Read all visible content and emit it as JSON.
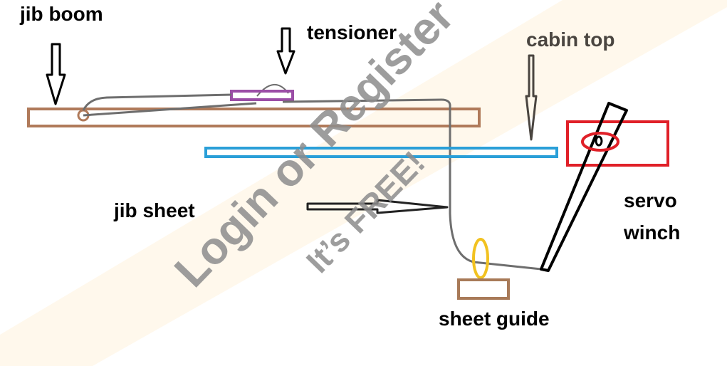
{
  "labels": {
    "jib_boom": "jib boom",
    "tensioner": "tensioner",
    "cabin_top": "cabin top",
    "jib_sheet": "jib sheet",
    "servo_winch_line1": "servo",
    "servo_winch_line2": "winch",
    "sheet_guide": "sheet guide"
  },
  "watermark": {
    "line1": "Login or Register",
    "line2": "It’s FREE!"
  },
  "colors": {
    "boom": "#b07a5a",
    "tensioner": "#9b4ea6",
    "cabin_top": "#2a9fd8",
    "servo_box": "#e02028",
    "sheet_line": "#6e6e6e",
    "guide_ring": "#f2c220",
    "guide_block": "#a87a58",
    "arm": "#000000",
    "cabin_label": "#4a4540",
    "band": "#fff8ec"
  }
}
